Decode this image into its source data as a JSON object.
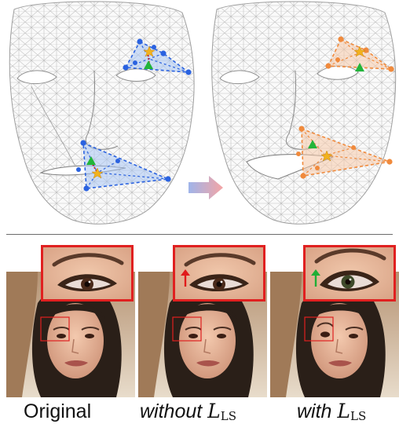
{
  "colors": {
    "mesh_line": "#bdbdbd",
    "original_handle": "#2a62e0",
    "original_fill": "#a8c4f2",
    "deformed_handle": "#f08a3c",
    "deformed_fill": "#f6c9a8",
    "target_star": "#f2b21e",
    "source_triangle": "#21b53a",
    "correspondence": "#d21f1f",
    "inset_border": "#e02020",
    "arrow_without": "#e01b1b",
    "arrow_with": "#1fae35",
    "transition_arrow_start": "#9fb4ea",
    "transition_arrow_end": "#f5a5a5"
  },
  "icons": {
    "transition": "right-arrow-icon",
    "without_marker": "up-arrow-icon",
    "with_marker": "up-arrow-icon"
  },
  "panels": [
    {
      "id": "original",
      "caption_text": "Original",
      "caption_math": "",
      "caption_sub": ""
    },
    {
      "id": "without",
      "caption_text": "without",
      "caption_math": "L",
      "caption_sub": "LS"
    },
    {
      "id": "with",
      "caption_text": "with",
      "caption_math": "L",
      "caption_sub": "LS"
    }
  ]
}
